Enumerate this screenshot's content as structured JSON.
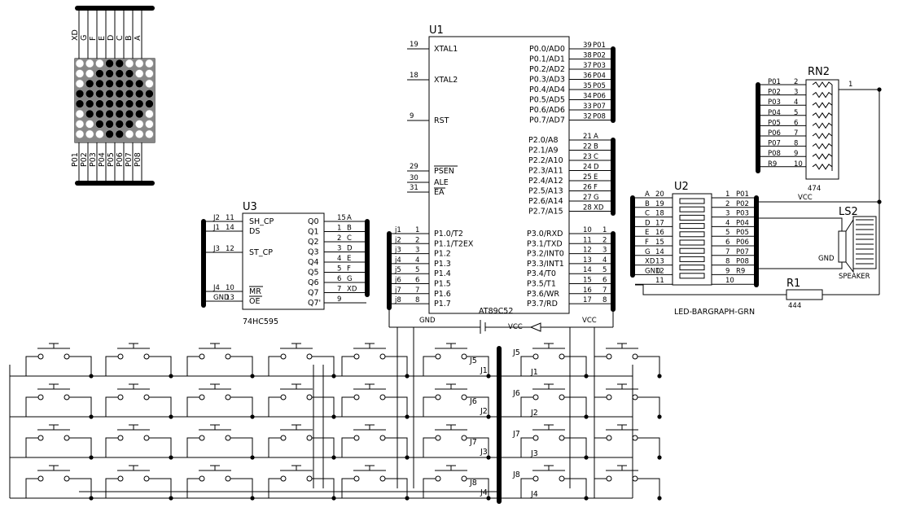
{
  "matrix": {
    "top_labels": [
      "XD",
      "G",
      "F",
      "E",
      "D",
      "C",
      "B",
      "A"
    ],
    "bottom_labels": [
      "P01",
      "P02",
      "P03",
      "P04",
      "P05",
      "P06",
      "P07",
      "P08"
    ]
  },
  "u1": {
    "ref": "U1",
    "part": "AT89C52",
    "left_pins": [
      {
        "num": "19",
        "name": "XTAL1"
      },
      {
        "num": "18",
        "name": "XTAL2"
      },
      {
        "num": "9",
        "name": "RST"
      },
      {
        "num": "29",
        "name": "PSEN"
      },
      {
        "num": "30",
        "name": "ALE"
      },
      {
        "num": "31",
        "name": "EA"
      }
    ],
    "port1_pins": [
      {
        "net": "j1",
        "num": "1",
        "name": "P1.0/T2"
      },
      {
        "net": "j2",
        "num": "2",
        "name": "P1.1/T2EX"
      },
      {
        "net": "j3",
        "num": "3",
        "name": "P1.2"
      },
      {
        "net": "j4",
        "num": "4",
        "name": "P1.3"
      },
      {
        "net": "j5",
        "num": "5",
        "name": "P1.4"
      },
      {
        "net": "j6",
        "num": "6",
        "name": "P1.5"
      },
      {
        "net": "j7",
        "num": "7",
        "name": "P1.6"
      },
      {
        "net": "j8",
        "num": "8",
        "name": "P1.7"
      }
    ],
    "port0_pins": [
      {
        "num": "39",
        "name": "P0.0/AD0",
        "net": "P01"
      },
      {
        "num": "38",
        "name": "P0.1/AD1",
        "net": "P02"
      },
      {
        "num": "37",
        "name": "P0.2/AD2",
        "net": "P03"
      },
      {
        "num": "36",
        "name": "P0.3/AD3",
        "net": "P04"
      },
      {
        "num": "35",
        "name": "P0.4/AD4",
        "net": "P05"
      },
      {
        "num": "34",
        "name": "P0.5/AD5",
        "net": "P06"
      },
      {
        "num": "33",
        "name": "P0.6/AD6",
        "net": "P07"
      },
      {
        "num": "32",
        "name": "P0.7/AD7",
        "net": "P08"
      }
    ],
    "port2_pins": [
      {
        "num": "21",
        "name": "P2.0/A8",
        "net": "A"
      },
      {
        "num": "22",
        "name": "P2.1/A9",
        "net": "B"
      },
      {
        "num": "23",
        "name": "P2.2/A10",
        "net": "C"
      },
      {
        "num": "24",
        "name": "P2.3/A11",
        "net": "D"
      },
      {
        "num": "25",
        "name": "P2.4/A12",
        "net": "E"
      },
      {
        "num": "26",
        "name": "P2.5/A13",
        "net": "F"
      },
      {
        "num": "27",
        "name": "P2.6/A14",
        "net": "G"
      },
      {
        "num": "28",
        "name": "P2.7/A15",
        "net": "XD"
      }
    ],
    "port3_pins": [
      {
        "num": "10",
        "name": "P3.0/RXD",
        "net": "1"
      },
      {
        "num": "11",
        "name": "P3.1/TXD",
        "net": "2"
      },
      {
        "num": "12",
        "name": "P3.2/INT0",
        "net": "3"
      },
      {
        "num": "13",
        "name": "P3.3/INT1",
        "net": "4"
      },
      {
        "num": "14",
        "name": "P3.4/T0",
        "net": "5"
      },
      {
        "num": "15",
        "name": "P3.5/T1",
        "net": "6"
      },
      {
        "num": "16",
        "name": "P3.6/WR",
        "net": "7"
      },
      {
        "num": "17",
        "name": "P3.7/RD",
        "net": "8"
      }
    ]
  },
  "u3": {
    "ref": "U3",
    "part": "74HC595",
    "left_pins": [
      {
        "net": "J2",
        "num": "11",
        "name": "SH_CP"
      },
      {
        "net": "J1",
        "num": "14",
        "name": "DS"
      },
      {
        "net": "J3",
        "num": "12",
        "name": "ST_CP"
      },
      {
        "net": "J4",
        "num": "10",
        "name": "MR"
      },
      {
        "net": "GND",
        "num": "13",
        "name": "OE"
      }
    ],
    "right_pins": [
      {
        "name": "Q0",
        "num": "15",
        "net": "A"
      },
      {
        "name": "Q1",
        "num": "1",
        "net": "B"
      },
      {
        "name": "Q2",
        "num": "2",
        "net": "C"
      },
      {
        "name": "Q3",
        "num": "3",
        "net": "D"
      },
      {
        "name": "Q4",
        "num": "4",
        "net": "E"
      },
      {
        "name": "Q5",
        "num": "5",
        "net": "F"
      },
      {
        "name": "Q6",
        "num": "6",
        "net": "G"
      },
      {
        "name": "Q7",
        "num": "7",
        "net": "XD"
      },
      {
        "name": "Q7'",
        "num": "9",
        "net": ""
      }
    ]
  },
  "u2": {
    "ref": "U2",
    "part": "LED-BARGRAPH-GRN",
    "left_pins": [
      {
        "net": "A",
        "num": "20"
      },
      {
        "net": "B",
        "num": "19"
      },
      {
        "net": "C",
        "num": "18"
      },
      {
        "net": "D",
        "num": "17"
      },
      {
        "net": "E",
        "num": "16"
      },
      {
        "net": "F",
        "num": "15"
      },
      {
        "net": "G",
        "num": "14"
      },
      {
        "net": "XD",
        "num": "13"
      },
      {
        "net": "GND",
        "num": "12"
      },
      {
        "net": "",
        "num": "11"
      }
    ],
    "right_pins": [
      {
        "num": "1",
        "net": "P01"
      },
      {
        "num": "2",
        "net": "P02"
      },
      {
        "num": "3",
        "net": "P03"
      },
      {
        "num": "4",
        "net": "P04"
      },
      {
        "num": "5",
        "net": "P05"
      },
      {
        "num": "6",
        "net": "P06"
      },
      {
        "num": "7",
        "net": "P07"
      },
      {
        "num": "8",
        "net": "P08"
      },
      {
        "num": "9",
        "net": "R9"
      },
      {
        "num": "10",
        "net": ""
      }
    ]
  },
  "rn2": {
    "ref": "RN2",
    "part": "474",
    "pins": [
      {
        "net": "P01",
        "num": "2"
      },
      {
        "net": "P02",
        "num": "3"
      },
      {
        "net": "P03",
        "num": "4"
      },
      {
        "net": "P04",
        "num": "5"
      },
      {
        "net": "P05",
        "num": "6"
      },
      {
        "net": "P06",
        "num": "7"
      },
      {
        "net": "P07",
        "num": "8"
      },
      {
        "net": "P08",
        "num": "9"
      },
      {
        "net": "R9",
        "num": "10"
      }
    ],
    "common_pin": "1"
  },
  "ls2": {
    "ref": "LS2",
    "part": "SPEAKER",
    "gnd": "GND"
  },
  "r1": {
    "ref": "R1",
    "value": "444"
  },
  "power": {
    "gnd": "GND",
    "vcc": "VCC"
  },
  "keypad": {
    "row_labels": [
      "J1",
      "J2",
      "J3",
      "J4"
    ],
    "left_row_labels": [
      "J5",
      "J6",
      "J7",
      "J8"
    ],
    "right_row_labels": [
      "J5",
      "J6",
      "J7",
      "J8"
    ]
  }
}
